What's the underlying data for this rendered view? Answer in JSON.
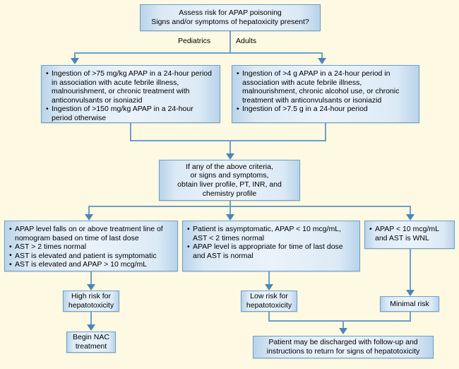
{
  "diagram": {
    "title_box": {
      "line1": "Assess risk for APAP poisoning",
      "line2": "Signs and/or symptoms of hepatoxicity present?"
    },
    "branch_labels": {
      "left": "Pediatrics",
      "right": "Adults"
    },
    "pediatrics_box": [
      "Ingestion of >75 mg/kg APAP in a 24-hour period in association with acute febrile illness, malnourishment, or chronic treatment with anticonvulsants or isoniazid",
      "Ingestion of >150 mg/kg APAP in a 24-hour period otherwise"
    ],
    "adults_box": [
      "Ingestion of >4 g APAP in a 24-hour period in association with acute febrile illness, malnourishment, chronic alcohol use, or chronic treatment with anticonvulsants or isoniazid",
      "Ingestion of >7.5 g in a 24-hour period"
    ],
    "workup_box": {
      "line1": "If any of the above criteria,",
      "line2": "or signs and symptoms,",
      "line3": "obtain liver profile, PT, INR, and",
      "line4": "chemistry profile"
    },
    "criteria_high_box": [
      "APAP level falls on or above treatment line of nomogram based on time of last dose",
      "AST > 2 times normal",
      "AST is elevated and patient is symptomatic",
      "AST is elevated and APAP > 10 mcg/mL"
    ],
    "criteria_low_box": [
      "Patient is asymptomatic, APAP < 10 mcg/mL, AST < 2 times normal",
      "APAP level is appropriate for time of last dose and AST is normal"
    ],
    "criteria_minimal_box": [
      "APAP < 10 mcg/mL and AST is WNL"
    ],
    "high_risk_box": {
      "line1": "High risk for",
      "line2": "hepatotoxicity"
    },
    "low_risk_box": {
      "line1": "Low risk for",
      "line2": "hepatotoxicity"
    },
    "minimal_risk_box": {
      "line1": "Minimal risk"
    },
    "nac_box": {
      "line1": "Begin NAC",
      "line2": "treatment"
    },
    "discharge_box": {
      "line1": "Patient may be discharged with follow-up and",
      "line2": "instructions to return for signs of hepatotoxicity"
    },
    "colors": {
      "background": "#fdf9e3",
      "box_border": "#6d9fc8",
      "box_fill_center": "#eaf3fb",
      "box_fill_edge": "#b9d3ea",
      "connector": "#6d9fc8",
      "arrow": "#4a87b8"
    }
  }
}
